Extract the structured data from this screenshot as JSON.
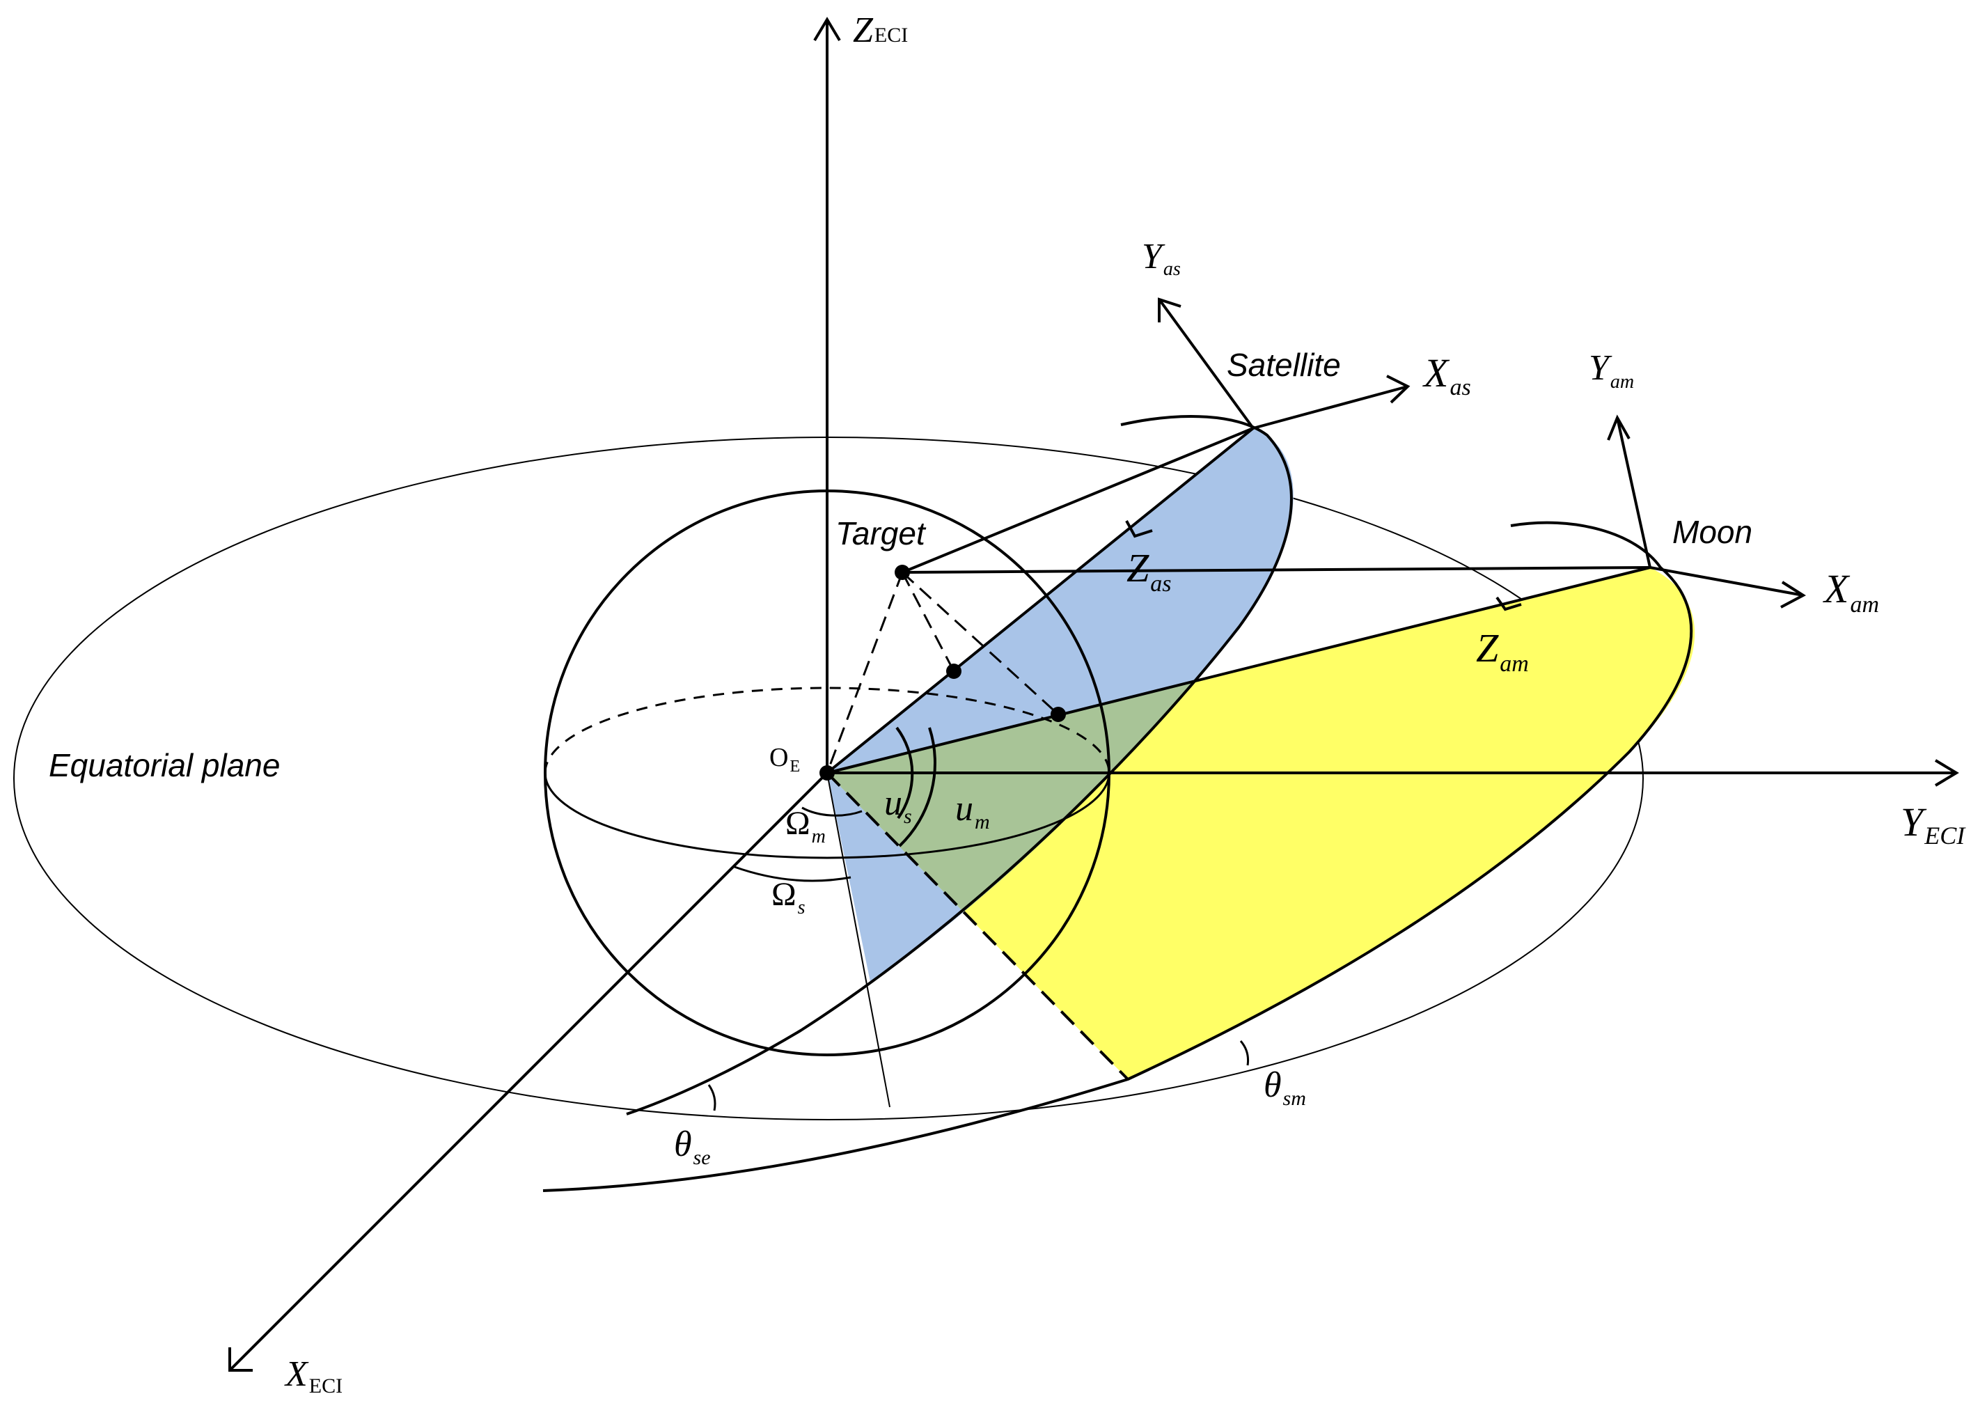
{
  "colors": {
    "satellite_plane_fill": "#A9C4E8",
    "moon_plane_fill": "#FFFF66",
    "overlap_fill": "#A8C497",
    "line": "#000000",
    "background": "#FFFFFF"
  },
  "axes": {
    "z_eci": {
      "main": "Z",
      "sub": "ECI"
    },
    "y_eci": {
      "main": "Y",
      "sub": "ECI"
    },
    "x_eci": {
      "main": "X",
      "sub": "ECI"
    },
    "y_as": {
      "main": "Y",
      "sub": "as"
    },
    "x_as": {
      "main": "X",
      "sub": "as"
    },
    "z_as": {
      "main": "Z",
      "sub": "as"
    },
    "y_am": {
      "main": "Y",
      "sub": "am"
    },
    "x_am": {
      "main": "X",
      "sub": "am"
    },
    "z_am": {
      "main": "Z",
      "sub": "am"
    }
  },
  "labels": {
    "satellite": "Satellite",
    "moon": "Moon",
    "target": "Target",
    "equatorial_plane": "Equatorial plane",
    "origin": {
      "main": "O",
      "sub": "E"
    }
  },
  "angles": {
    "u_s": {
      "main": "u",
      "sub": "s"
    },
    "u_m": {
      "main": "u",
      "sub": "m"
    },
    "omega_m": {
      "main": "Ω",
      "sub": "m"
    },
    "omega_s": {
      "main": "Ω",
      "sub": "s"
    },
    "theta_se": {
      "main": "θ",
      "sub": "se"
    },
    "theta_sm": {
      "main": "θ",
      "sub": "sm"
    }
  }
}
